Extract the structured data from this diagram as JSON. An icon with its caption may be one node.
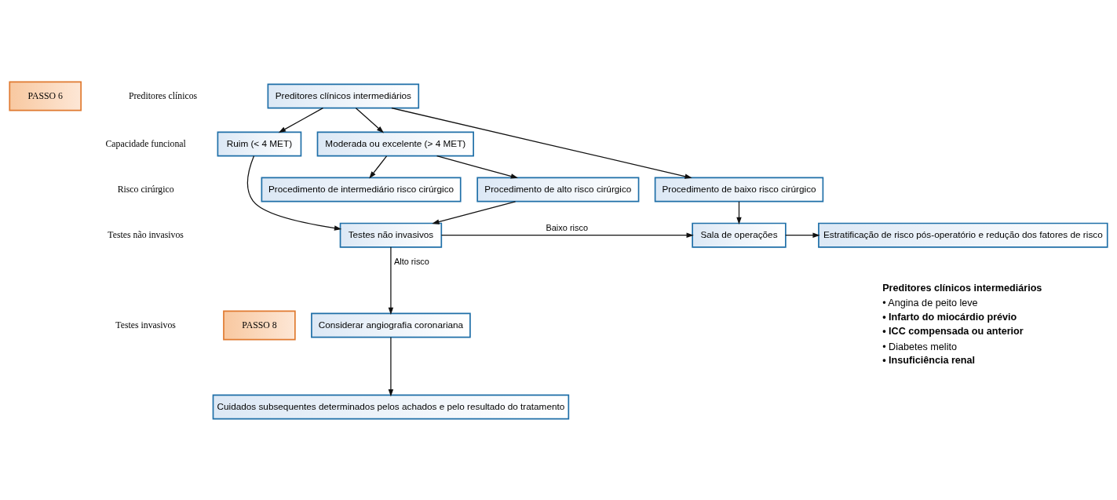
{
  "diagram": {
    "nodes": [
      {
        "text": [
          "PASSO 6"
        ]
      },
      {
        "text": [
          "Preditores clínicos intermediários"
        ]
      },
      {
        "text": [
          "Ruim (< 4 MET)"
        ]
      },
      {
        "text": [
          "Moderada ou excelente (> 4 MET)"
        ]
      },
      {
        "text": [
          "Procedimento de baixo risco cirúrgico"
        ]
      },
      {
        "text": [
          "Procedimento de alto risco cirúrgico"
        ]
      },
      {
        "text": [
          "Procedimento de intermediário risco cirúrgico"
        ]
      },
      {
        "text": [
          "Testes não invasivos"
        ]
      },
      {
        "text": [
          "Sala de operações"
        ]
      },
      {
        "text": [
          "Estratificação de risco pós-operatório e redução dos fatores de risco"
        ]
      },
      {
        "text": [
          "PASSO 8"
        ]
      },
      {
        "text": [
          "Considerar angiografia coronariana"
        ]
      },
      {
        "text": [
          "Cuidados subsequentes determinados pelos achados e pelo resultado do tratamento"
        ]
      }
    ],
    "edges": [
      {
        "from": 1,
        "to": 2,
        "arrow": "to"
      },
      {
        "from": 1,
        "to": 3,
        "arrow": "to"
      },
      {
        "from": 1,
        "to": 4,
        "arrow": "to"
      },
      {
        "from": 3,
        "to": 5,
        "arrow": "to"
      },
      {
        "from": 3,
        "to": 6,
        "arrow": "to"
      },
      {
        "from": 2,
        "to": 7,
        "arrow": "to"
      },
      {
        "from": 5,
        "to": 7,
        "arrow": "to"
      },
      {
        "from": 4,
        "to": 8,
        "arrow": "to"
      },
      {
        "from": 7,
        "to": 8,
        "label": "Baixo risco",
        "arrow": "to"
      },
      {
        "from": 8,
        "to": 9,
        "arrow": "to"
      },
      {
        "from": 7,
        "to": 11,
        "label": "Alto risco",
        "arrow": "to"
      },
      {
        "from": 11,
        "to": 12,
        "arrow": "to"
      }
    ],
    "labels": [
      "Preditores clínicos",
      "Capacidade funcional",
      "Risco cirúrgico",
      "Testes não invasivos",
      "Testes invasivos",
      "Preditores clínicos intermediários",
      "• Angina de peito leve",
      "• Infarto do miocárdio prévio",
      "• ICC compensada ou anterior",
      "• Diabetes melito",
      "• Insuficiência renal"
    ]
  }
}
